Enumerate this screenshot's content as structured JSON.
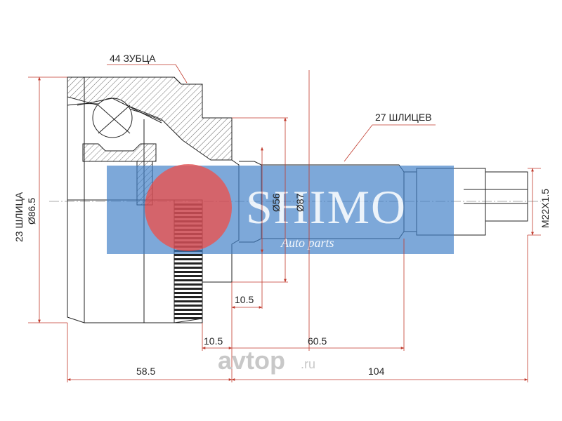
{
  "labels": {
    "teeth": "44 ЗУБЦА",
    "outer_splines": "27 ШЛИЦЕВ",
    "inner_splines": "23 ШЛИЦА",
    "diameter_outer": "Ø86.5",
    "diameter_56": "Ø56",
    "diameter_87": "Ø87",
    "thread": "M22X1.5"
  },
  "dimensions": {
    "d_10_5_upper": "10.5",
    "d_10_5_lower": "10.5",
    "d_60_5": "60.5",
    "d_58_5": "58.5",
    "d_104": "104"
  },
  "watermark": {
    "brand": "SHIMO",
    "tagline": "Auto parts",
    "site": "avtop",
    "site_suffix": ".ru"
  },
  "colors": {
    "dimension_line": "#c0392b",
    "watermark_band": "#3f7fc7",
    "watermark_circle": "#e04646",
    "site_logo": "#c8c8c8"
  }
}
